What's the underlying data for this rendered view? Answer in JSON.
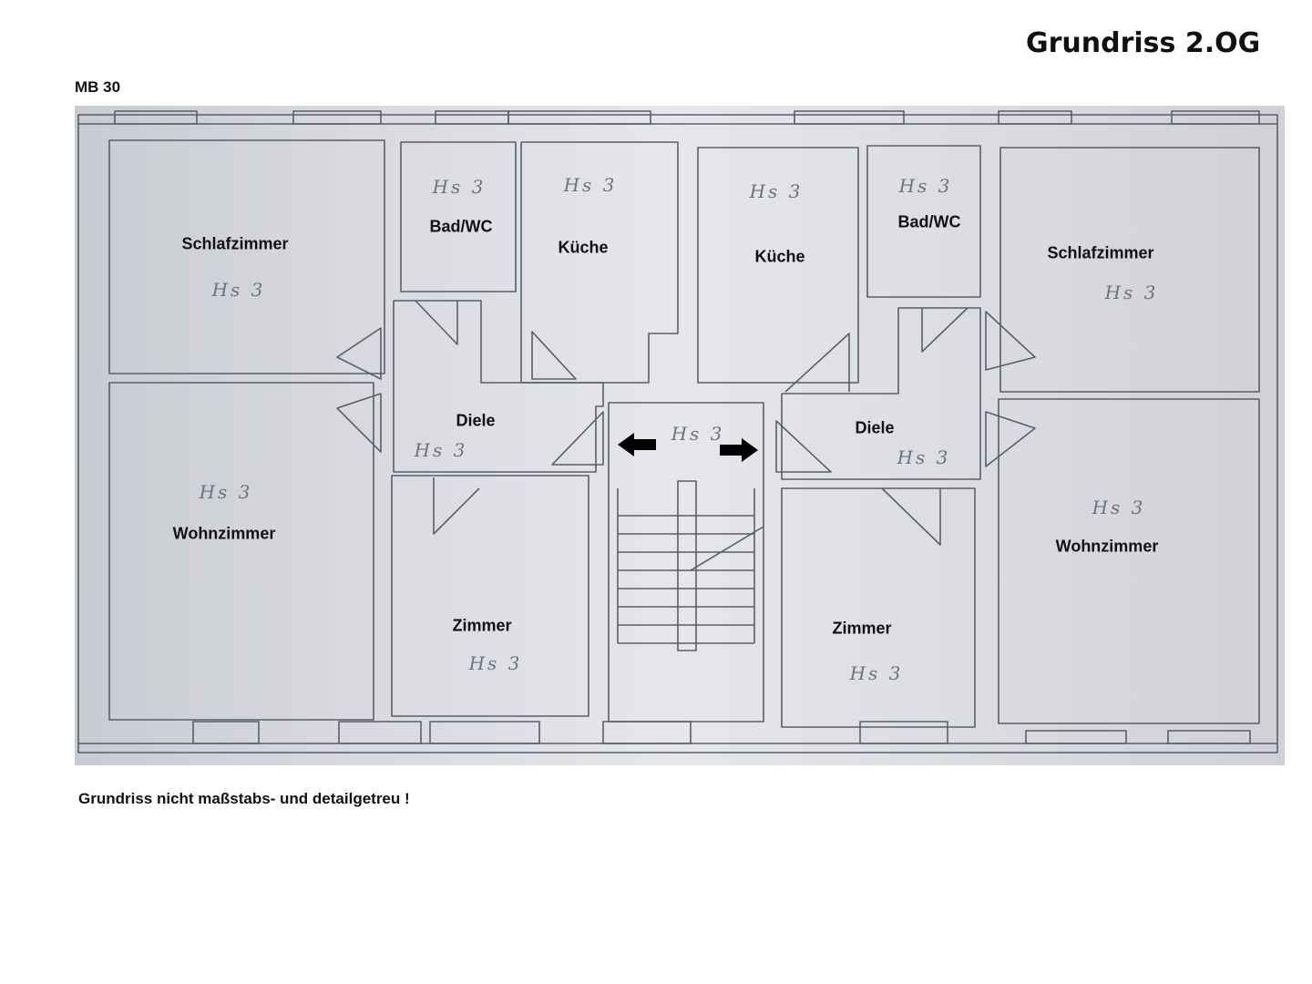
{
  "header": {
    "title": "Grundriss 2.OG",
    "code": "MB 30"
  },
  "footer": {
    "note": "Grundriss nicht maßstabs- und detailgetreu !"
  },
  "plan": {
    "hs_tag": "Hs 3",
    "colors": {
      "line": "#5a5e6c",
      "background": "#d9dbe0",
      "arrow": "#000000"
    },
    "rooms": {
      "schlafzimmer_left": "Schlafzimmer",
      "bad_left": "Bad/WC",
      "kueche_left": "Küche",
      "diele_left": "Diele",
      "wohnzimmer_left": "Wohnzimmer",
      "zimmer_left": "Zimmer",
      "kueche_right": "Küche",
      "bad_right": "Bad/WC",
      "schlafzimmer_right": "Schlafzimmer",
      "diele_right": "Diele",
      "wohnzimmer_right": "Wohnzimmer",
      "zimmer_right": "Zimmer"
    },
    "stair_arrows": [
      "arrow-left-icon",
      "arrow-right-icon"
    ]
  }
}
